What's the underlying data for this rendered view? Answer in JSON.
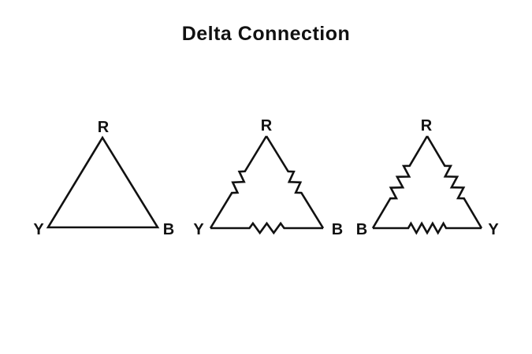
{
  "title": "Delta Connection",
  "diagram": {
    "line_color": "#111111",
    "text_color": "#111111",
    "triangles": [
      {
        "id": "delta-outline",
        "has_resistors": false,
        "labels": {
          "top": "R",
          "bottom_left": "Y",
          "bottom_right": "B"
        }
      },
      {
        "id": "delta-with-resistors-ryb",
        "has_resistors": true,
        "labels": {
          "top": "R",
          "bottom_left": "Y",
          "bottom_right": "B"
        }
      },
      {
        "id": "delta-with-resistors-rby",
        "has_resistors": true,
        "labels": {
          "top": "R",
          "bottom_left": "B",
          "bottom_right": "Y"
        }
      }
    ]
  }
}
